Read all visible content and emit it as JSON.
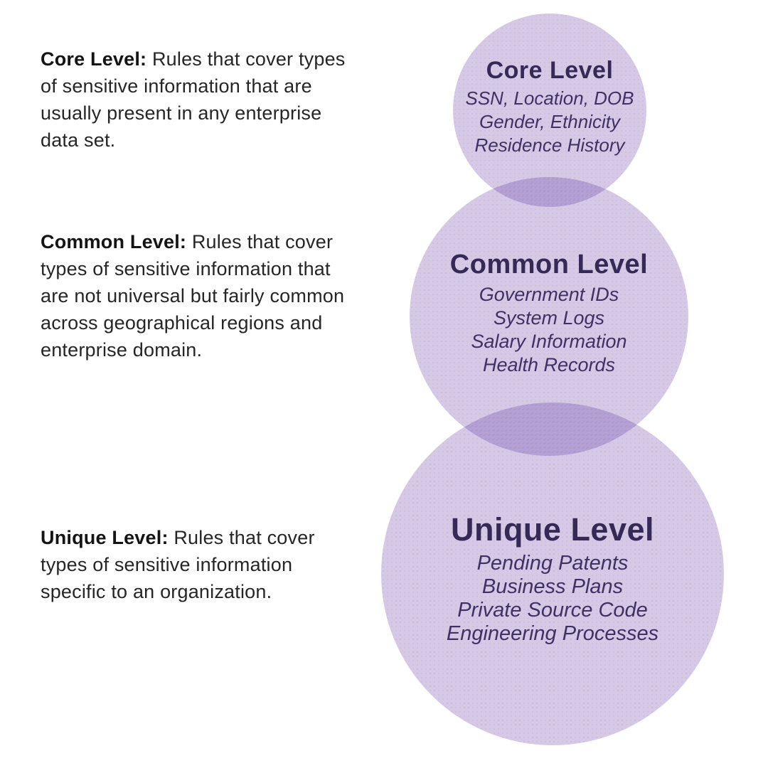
{
  "colors": {
    "background": "#FFFFFF",
    "circle_fill": "#D5C9E6",
    "circle_overlap": "#B5A3D1",
    "circle_title_text": "#352A56",
    "circle_item_text": "#3E3163",
    "description_label_text": "#141414",
    "description_body_text": "#262626"
  },
  "descriptions": [
    {
      "label": "Core Level:",
      "text": "Rules that cover types of sensitive information that are usually present in any enterprise data set."
    },
    {
      "label": "Common Level:",
      "text": "Rules that cover types of sensitive information that are not universal but fairly common across geographical regions and enterprise domain."
    },
    {
      "label": "Unique Level:",
      "text": "Rules that cover types of sensitive information specific to an organization."
    }
  ],
  "circles": [
    {
      "title": "Core Level",
      "items": [
        "SSN, Location, DOB",
        "Gender, Ethnicity",
        "Residence History"
      ]
    },
    {
      "title": "Common Level",
      "items": [
        "Government IDs",
        "System Logs",
        "Salary Information",
        "Health Records"
      ]
    },
    {
      "title": "Unique Level",
      "items": [
        "Pending Patents",
        "Business Plans",
        "Private Source Code",
        "Engineering Processes"
      ]
    }
  ]
}
